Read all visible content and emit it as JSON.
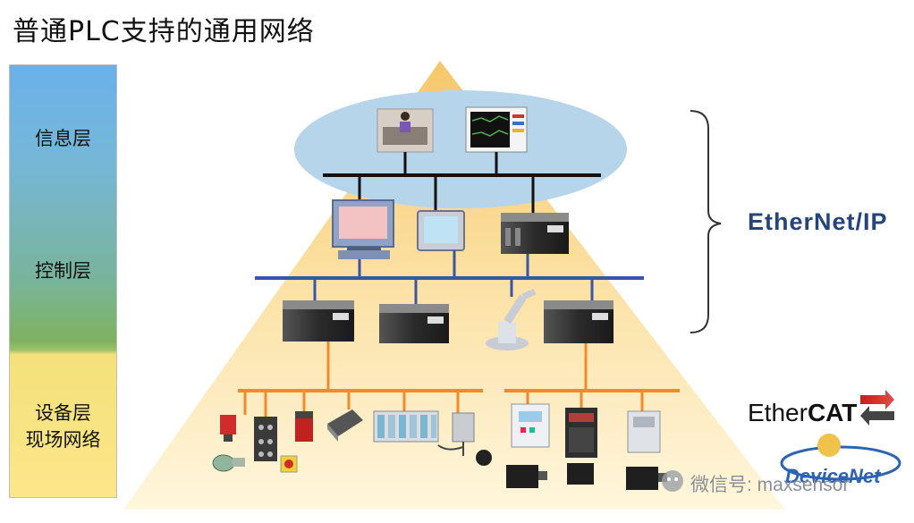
{
  "title": "普通PLC支持的通用网络",
  "layers": [
    {
      "id": "info",
      "label": "信息层"
    },
    {
      "id": "control",
      "label": "控制层"
    },
    {
      "id": "device",
      "label": "设备层",
      "label2": "现场网络"
    }
  ],
  "networks": {
    "ethernet_ip": "EtherNet/IP",
    "ethercat_prefix": "Ether",
    "ethercat_suffix": "CAT",
    "devicenet": "DeviceNet"
  },
  "watermark": "微信号: maxsensor",
  "colors": {
    "info_bus": "#111111",
    "control_bus": "#3a55a8",
    "field_bus": "#f38a2a",
    "pyramid_top": "#f6c76a",
    "pyramid_bottom": "#fff6dc",
    "ellipse": "#b6d4ea",
    "ethernet_ip_text": "#25457a",
    "ethercat_red": "#c81e1e"
  }
}
